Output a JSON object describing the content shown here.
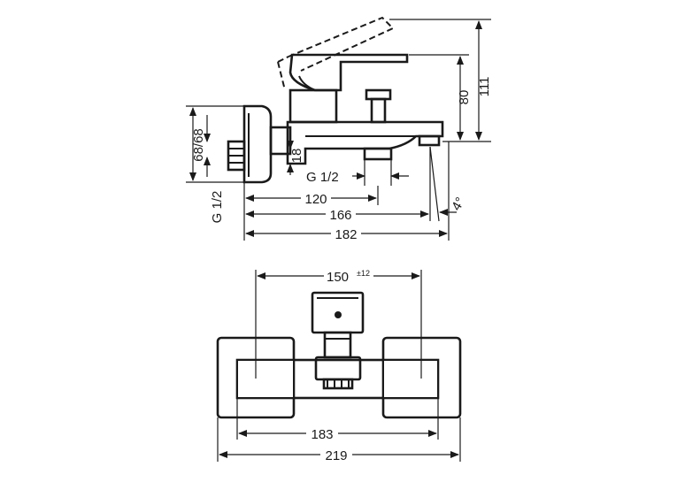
{
  "side_view": {
    "dimensions": {
      "height_111": "111",
      "height_80": "80",
      "offset_68": "68/68",
      "offset_18": "18",
      "thread_inlet": "G 1/2",
      "thread_outlet": "G 1/2",
      "length_120": "120",
      "length_166": "166",
      "length_182": "182",
      "angle": "4°"
    }
  },
  "front_view": {
    "dimensions": {
      "spacing_150": "150",
      "tolerance": "±12",
      "width_183": "183",
      "width_219": "219"
    }
  }
}
